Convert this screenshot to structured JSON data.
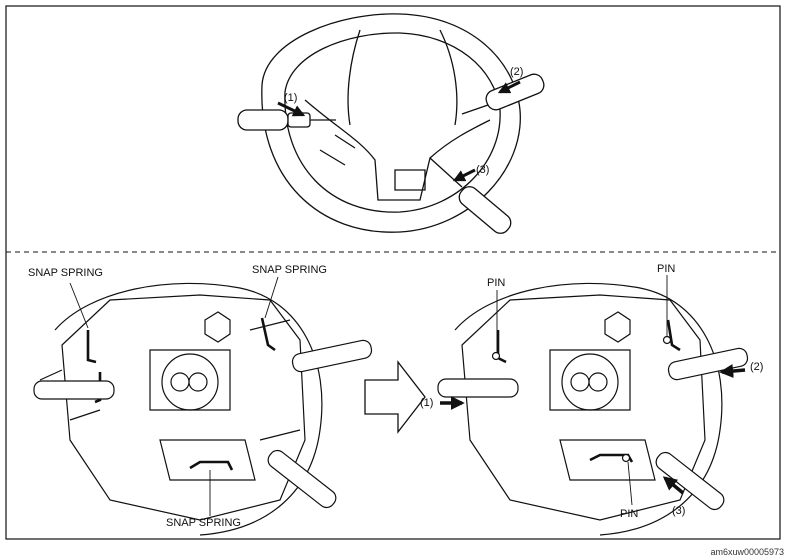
{
  "labels": {
    "snap_spring": "SNAP SPRING",
    "pin": "PIN",
    "step1": "(1)",
    "step2": "(2)",
    "step3": "(3)"
  },
  "image_code": "am6xuw00005973"
}
